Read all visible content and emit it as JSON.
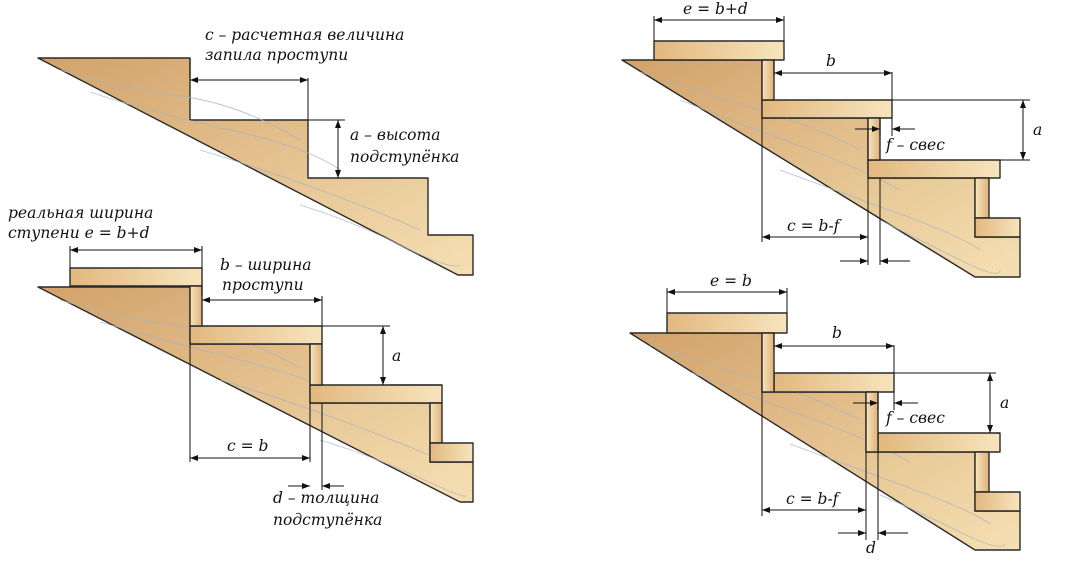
{
  "colors": {
    "wood_dark": "#d3a26a",
    "wood_light": "#f5e0b3",
    "tread_dark": "#e2b87e",
    "tread_light": "#f7e4bd",
    "outline": "#2a2a2a",
    "grain": "#a9b4bf"
  },
  "labels": {
    "tl_c_line1": "c – расчетная величина",
    "tl_c_line2": "запила проступи",
    "tl_a_line1": "a – высота",
    "tl_a_line2": "подступёнка",
    "bl_real_line1": "реальная ширина",
    "bl_real_line2": "ступени   e = b+d",
    "bl_b_line1": "b – ширина",
    "bl_b_line2": "проступи",
    "bl_a": "a",
    "bl_c": "c = b",
    "bl_d_line1": "d – толщина",
    "bl_d_line2": "подступёнка",
    "tr_e": "e = b+d",
    "tr_b": "b",
    "tr_a": "a",
    "tr_f": "f – свес",
    "tr_c": "c = b-f",
    "br_e": "e = b",
    "br_b": "b",
    "br_a": "a",
    "br_f": "f – свес",
    "br_c": "c = b-f",
    "br_d": "d"
  }
}
